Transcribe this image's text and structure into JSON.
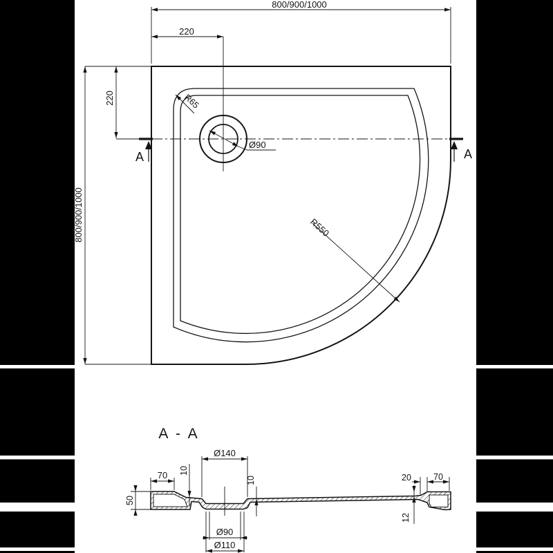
{
  "plan": {
    "width_label": "800/900/1000",
    "height_label": "800/900/1000",
    "drain_offset_x": "220",
    "drain_offset_y": "220",
    "rim_radius": "R65",
    "drain_diameter": "Ø90",
    "front_radius": "R550",
    "section_marker_left": "A",
    "section_marker_right": "A"
  },
  "section": {
    "title": "A - A",
    "recess_diameter": "Ø140",
    "flange_left": "70",
    "depth_left": "10",
    "depth_right": "10",
    "edge_height": "50",
    "step_width": "20",
    "flange_right": "70",
    "step_height": "12",
    "drain_diameter": "Ø90",
    "waste_diameter": "Ø110"
  },
  "colors": {
    "line": "#141414",
    "background": "#ffffff",
    "sidebar": "#000000"
  }
}
